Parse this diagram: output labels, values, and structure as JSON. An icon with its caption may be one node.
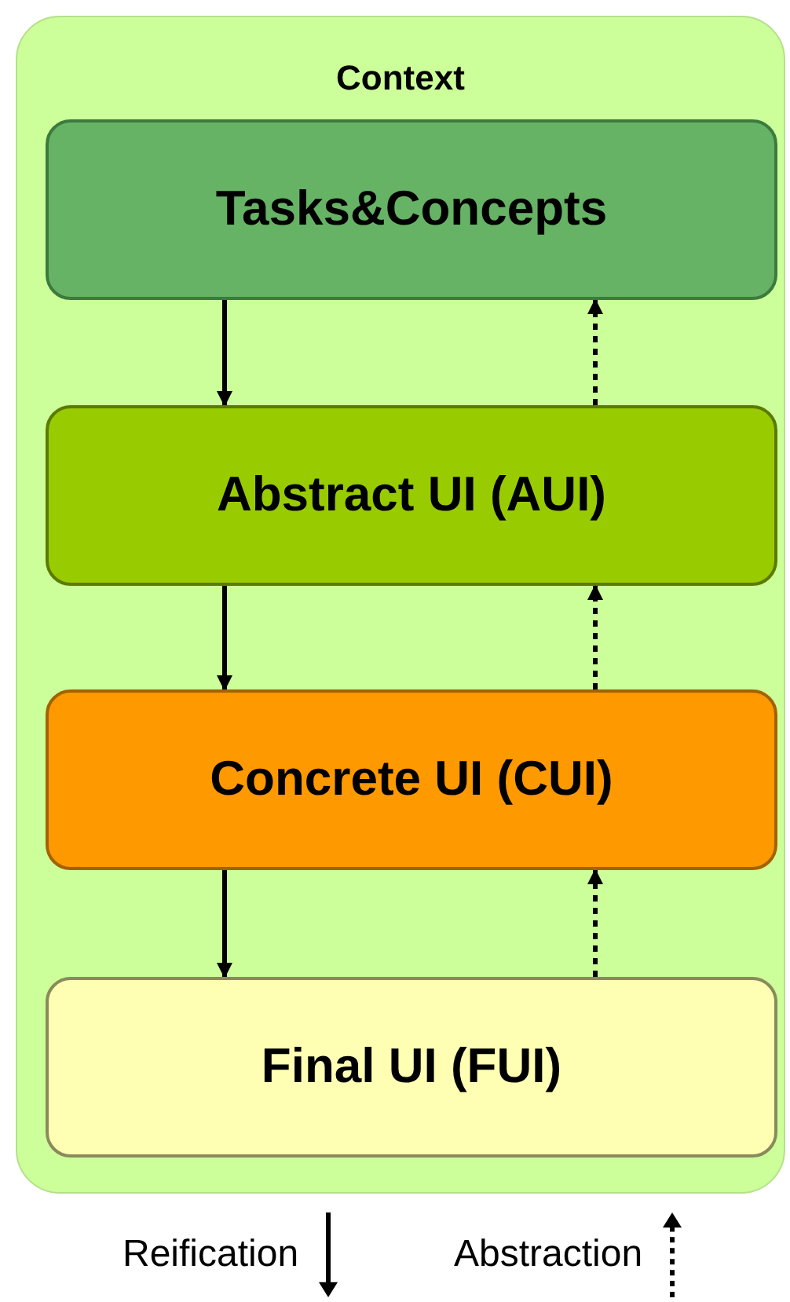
{
  "diagram": {
    "nodes": [
      {
        "text": [
          "Context"
        ]
      },
      {
        "text": [
          "Tasks&Concepts"
        ],
        "in": 0
      },
      {
        "text": [
          "Abstract UI (AUI)"
        ],
        "in": 0
      },
      {
        "text": [
          "Concrete UI (CUI)"
        ],
        "in": 0
      },
      {
        "text": [
          "Final UI (FUI)"
        ],
        "in": 0
      }
    ],
    "edges": [
      {
        "from": 1,
        "to": 2,
        "arrow": "to"
      },
      {
        "from": 2,
        "to": 1,
        "arrow": "to",
        "style": "dashed"
      },
      {
        "from": 2,
        "to": 3,
        "arrow": "to"
      },
      {
        "from": 3,
        "to": 2,
        "arrow": "to",
        "style": "dashed"
      },
      {
        "from": 3,
        "to": 4,
        "arrow": "to"
      },
      {
        "from": 4,
        "to": 3,
        "arrow": "to",
        "style": "dashed"
      }
    ],
    "legend": [
      {
        "text": "Reification"
      },
      {
        "text": "Abstraction"
      }
    ]
  }
}
